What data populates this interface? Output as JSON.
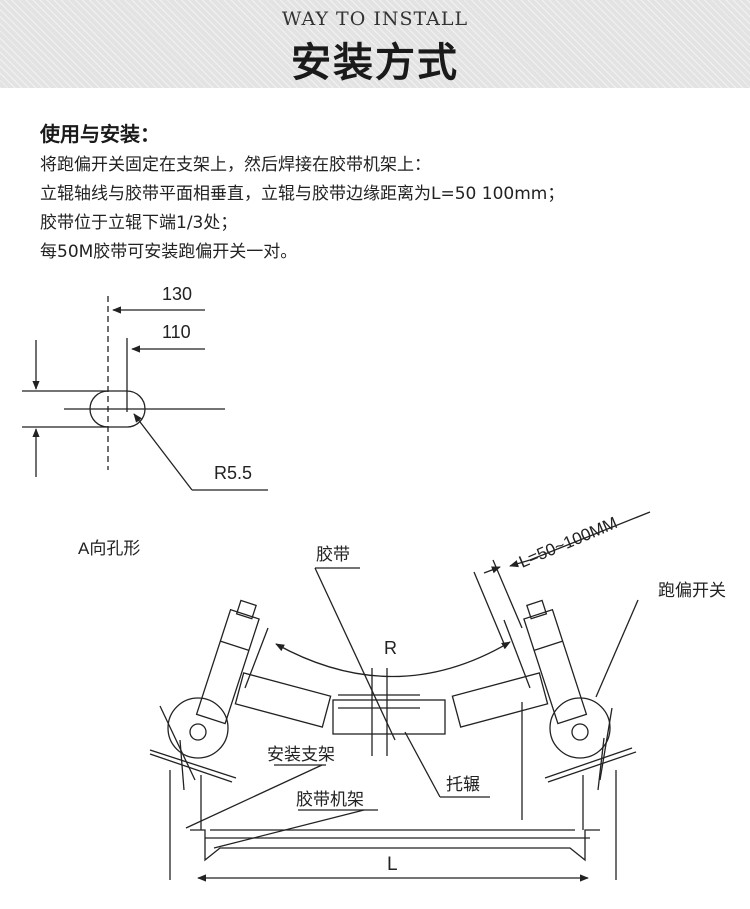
{
  "header": {
    "subtitle": "WAY TO INSTALL",
    "title": "安装方式"
  },
  "intro": {
    "heading": "使用与安装：",
    "lines": [
      "将跑偏开关固定在支架上，然后焊接在胶带机架上：",
      "立辊轴线与胶带平面相垂直，立辊与胶带边缘距离为L=50  100mm；",
      "胶带位于立辊下端1/3处；",
      "每50M胶带可安装跑偏开关一对。"
    ]
  },
  "hole_drawing": {
    "dim_130": "130",
    "dim_110": "110",
    "radius": "R5.5",
    "caption": "A向孔形"
  },
  "assembly": {
    "belt": "胶带",
    "distance": "L=50~100MM",
    "switch": "跑偏开关",
    "radius": "R",
    "bracket": "安装支架",
    "roller": "托辗",
    "frame": "胶带机架",
    "width": "L"
  },
  "colors": {
    "header_bg": "#e3e3e3",
    "line": "#222222"
  }
}
